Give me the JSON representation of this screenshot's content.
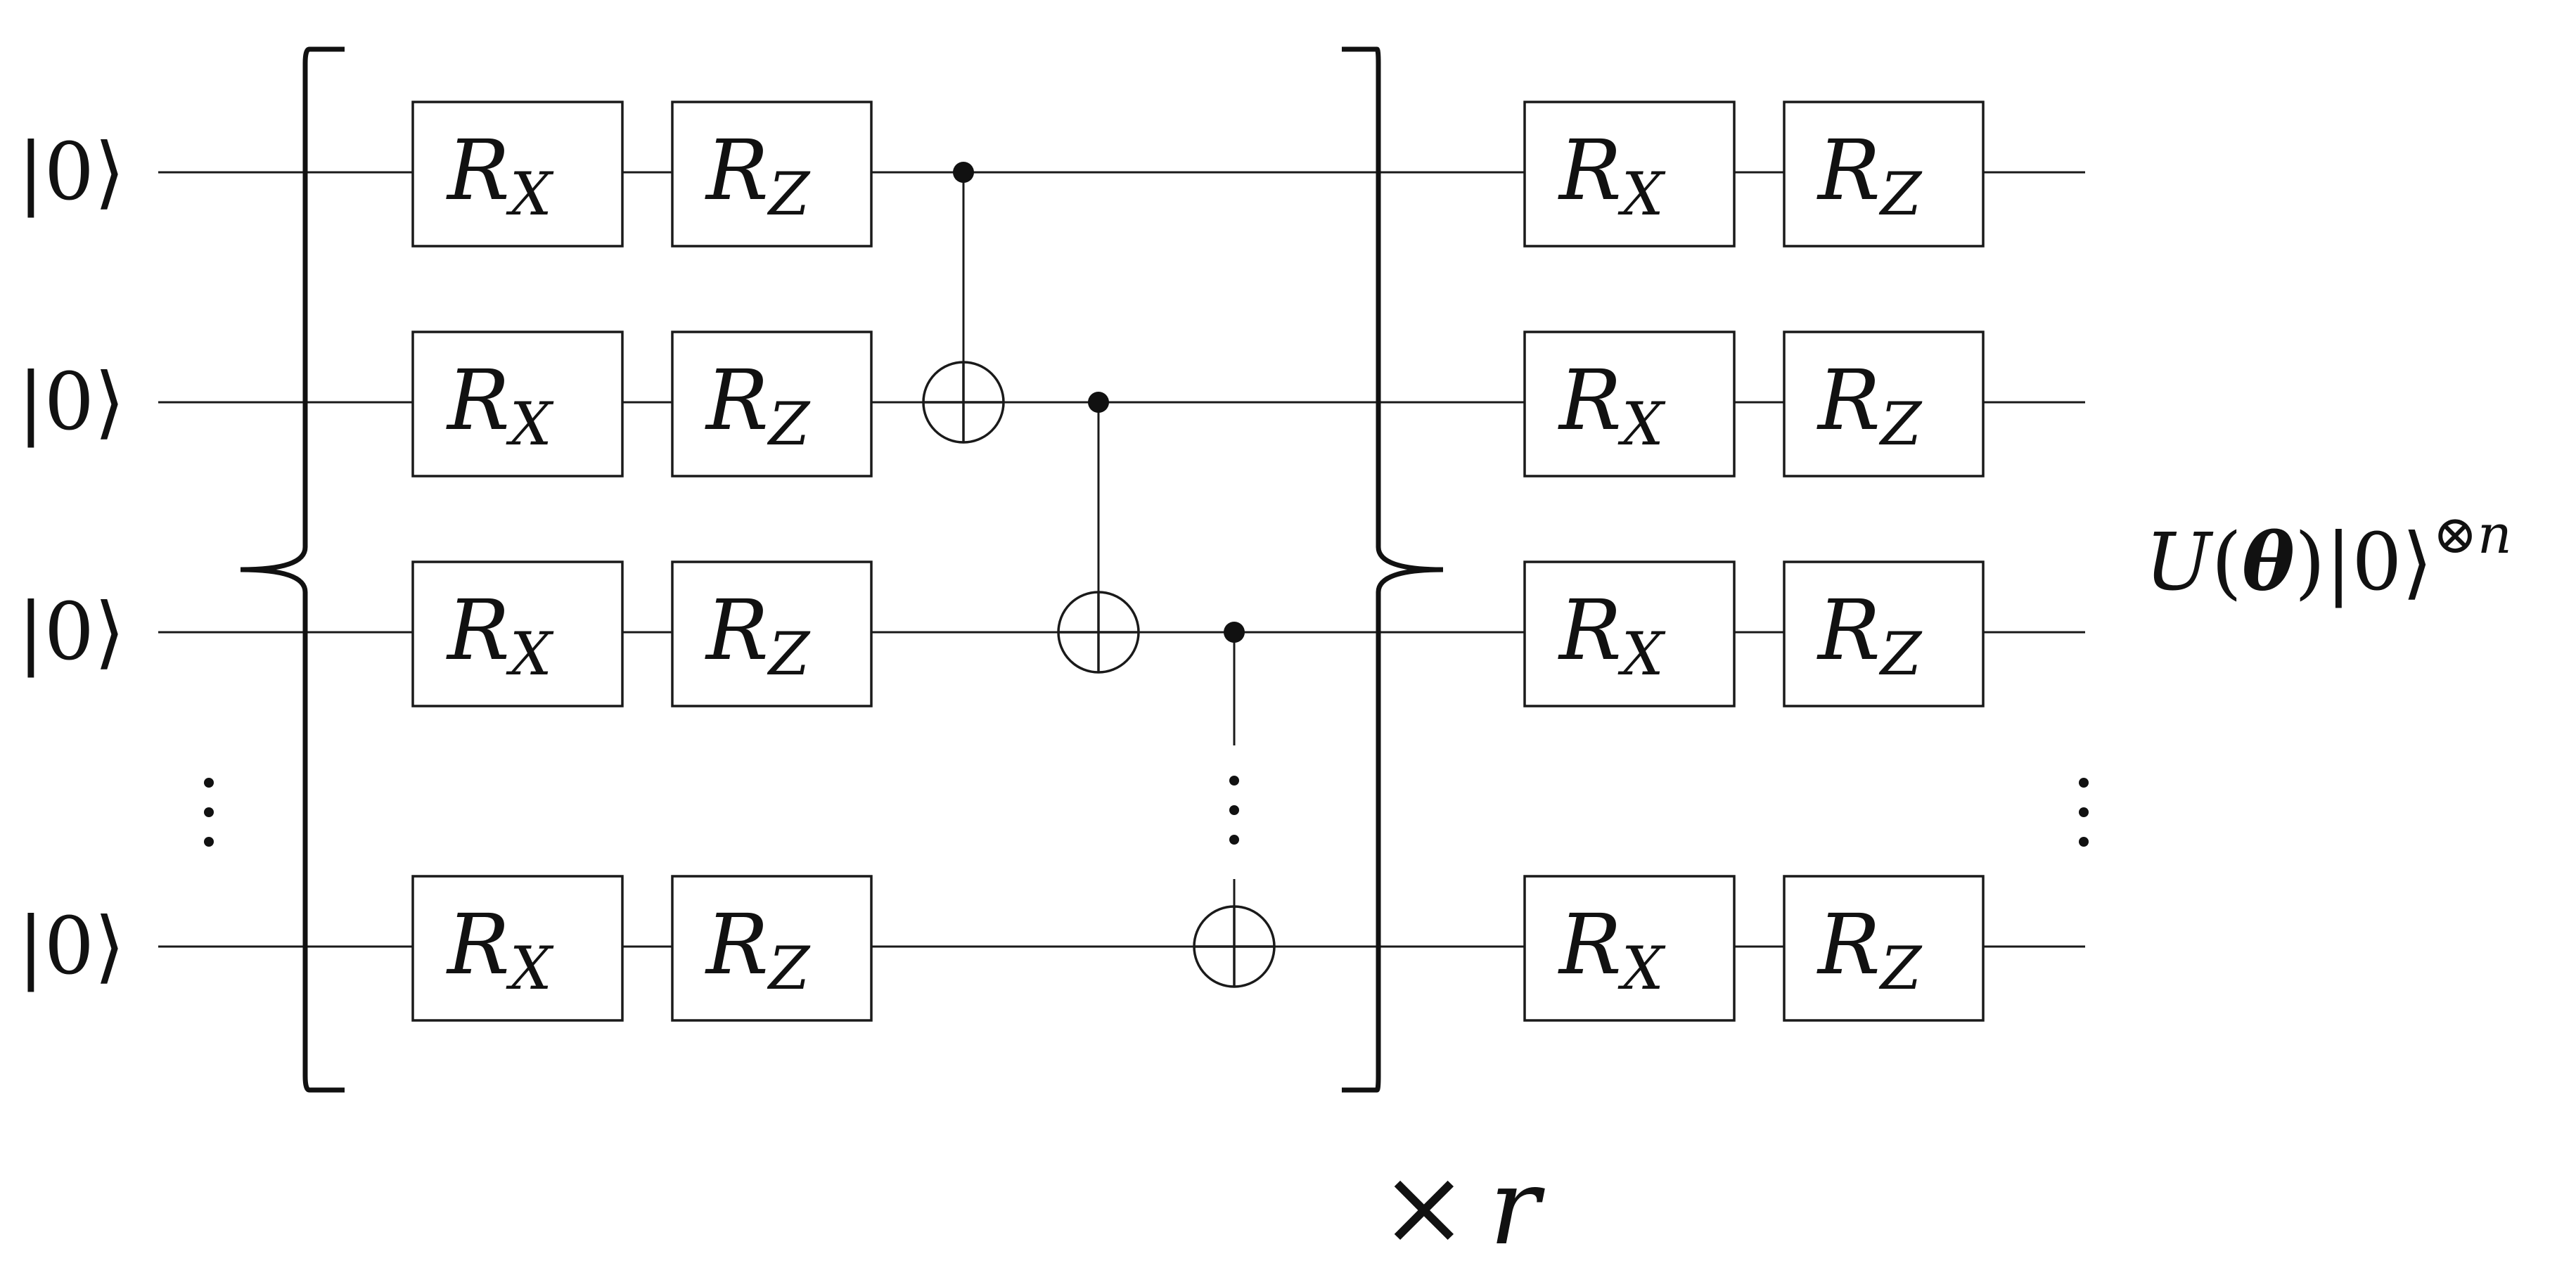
{
  "diagram": {
    "qubits": [
      {
        "label": "|0⟩"
      },
      {
        "label": "|0⟩"
      },
      {
        "label": "|0⟩"
      },
      {
        "label": "|0⟩"
      }
    ],
    "gate_rx": {
      "main": "R",
      "sub": "X"
    },
    "gate_rz": {
      "main": "R",
      "sub": "Z"
    },
    "repeat": {
      "times": "×",
      "var": "r"
    },
    "output": {
      "U": "U",
      "open": "(",
      "theta": "θ",
      "close": ")",
      "ket": "|0⟩",
      "sup_otimes": "⊗",
      "sup_n": "n"
    }
  }
}
